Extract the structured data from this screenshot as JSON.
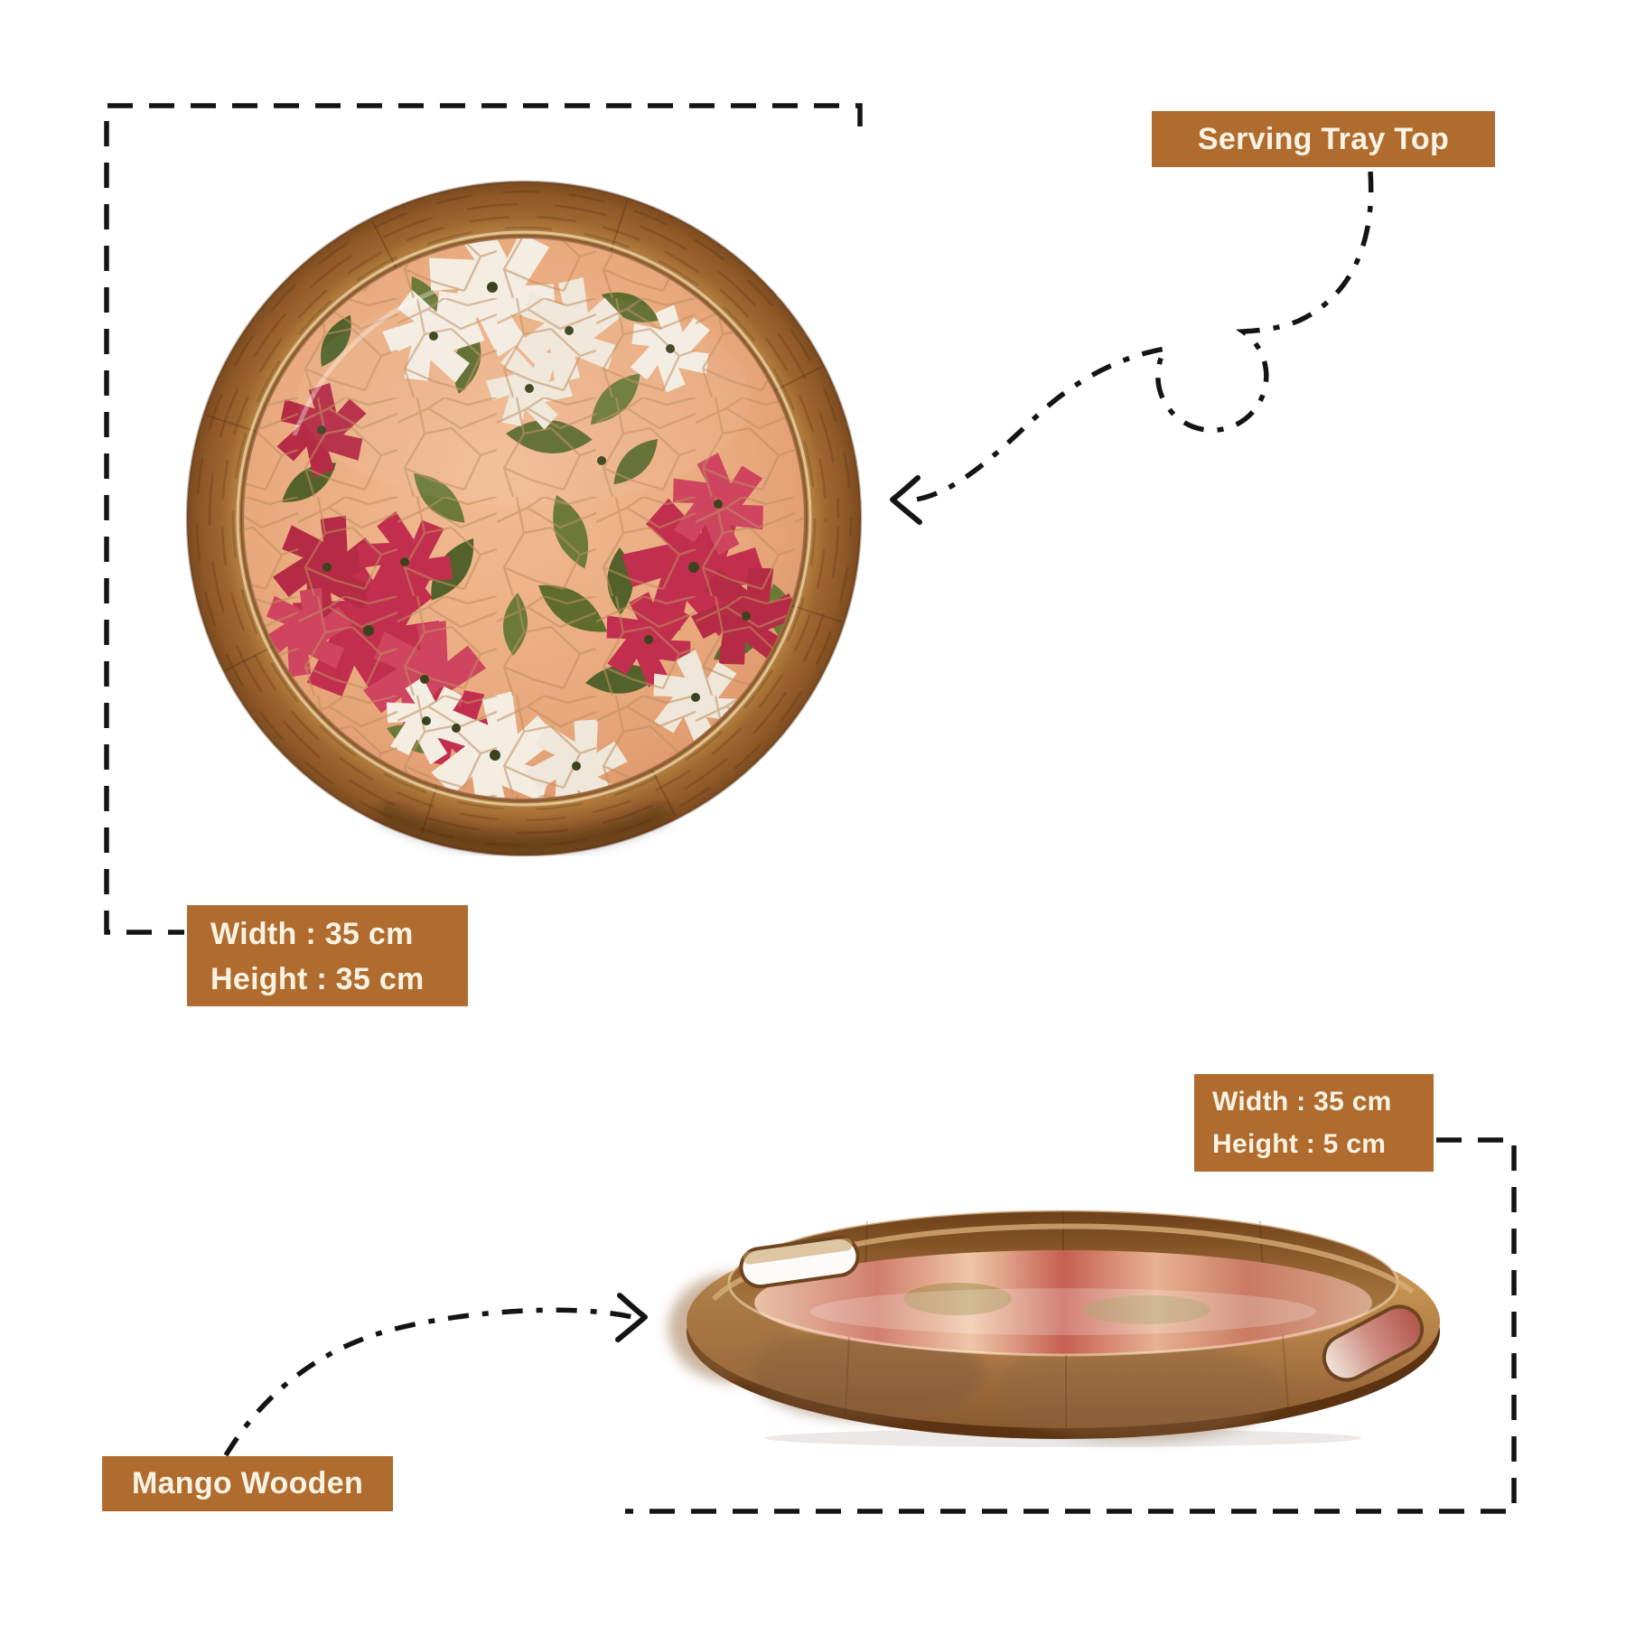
{
  "colors": {
    "background": "#ffffff",
    "accent_brown": "#b06c2e",
    "label_text": "#faf3e3",
    "dash": "#141414"
  },
  "labels": {
    "serving_tray_top": "Serving Tray Top",
    "material": "Mango Wooden"
  },
  "top_view": {
    "width_label": "Width : 35 cm",
    "height_label": "Height : 35 cm",
    "width_cm": 35,
    "height_cm": 35
  },
  "side_view": {
    "width_label": "Width : 35 cm",
    "height_label": "Height : 5 cm",
    "width_cm": 35,
    "height_cm": 5
  }
}
